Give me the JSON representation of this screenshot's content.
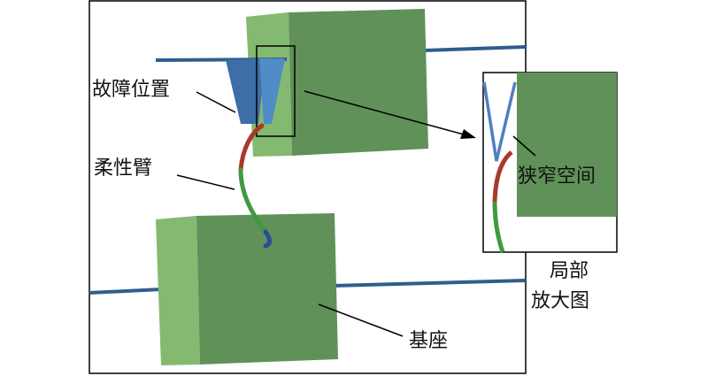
{
  "labels": {
    "fault_position": "故障位置",
    "flexible_arm": "柔性臂",
    "narrow_space": "狭窄空间",
    "enlarged_view_line1": "局部",
    "enlarged_view_line2": "放大图",
    "base": "基座"
  },
  "colors": {
    "block_face": "#5f9159",
    "block_side": "#84b970",
    "block_edge": "#3f6e3c",
    "rail": "#2f5d8c",
    "fault_dark": "#3d6ea6",
    "fault_light": "#4f8cc8",
    "arm_red": "#a8392d",
    "arm_green": "#3f9a3f",
    "arm_tip": "#2c4a9a",
    "frame": "#000000"
  }
}
